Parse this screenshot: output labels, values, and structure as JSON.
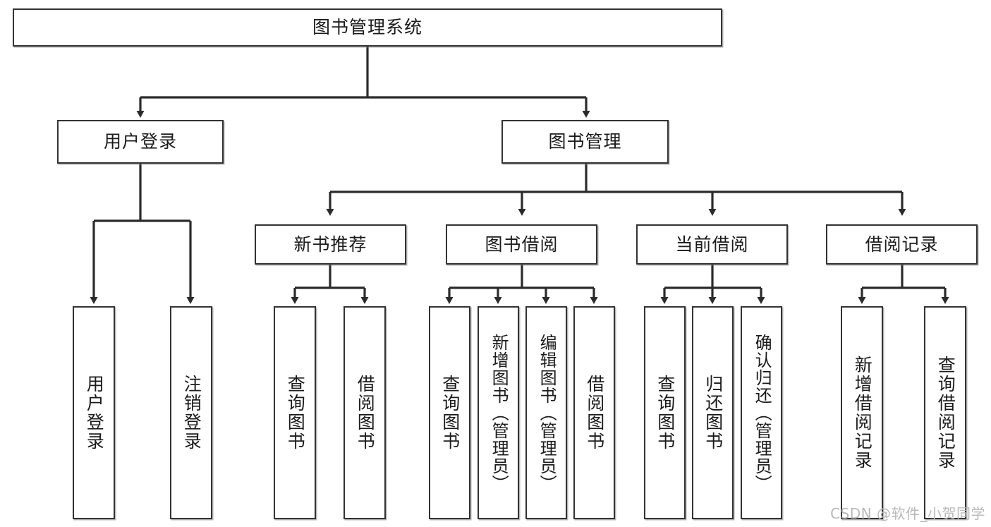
{
  "diagram": {
    "title_node": {
      "label": "图书管理系统"
    },
    "level1": [
      {
        "label": "用户登录"
      },
      {
        "label": "图书管理"
      }
    ],
    "level2": [
      {
        "label": "新书推荐"
      },
      {
        "label": "图书借阅"
      },
      {
        "label": "当前借阅"
      },
      {
        "label": "借阅记录"
      }
    ],
    "leaves": {
      "user_login": [
        {
          "label": "用户登录"
        },
        {
          "label": "注销登录"
        }
      ],
      "new_book_recommend": [
        {
          "label": "查询图书"
        },
        {
          "label": "借阅图书"
        }
      ],
      "book_borrow": [
        {
          "label": "查询图书"
        },
        {
          "label": "新增图书（管理员）"
        },
        {
          "label": "编辑图书（管理员）"
        },
        {
          "label": "借阅图书"
        }
      ],
      "current_borrow": [
        {
          "label": "查询图书"
        },
        {
          "label": "归还图书"
        },
        {
          "label": "确认归还（管理员）"
        }
      ],
      "borrow_record": [
        {
          "label": "新增借阅记录"
        },
        {
          "label": "查询借阅记录"
        }
      ]
    }
  },
  "watermark": {
    "text": "CSDN @软件_小贺同学"
  },
  "colors": {
    "box_border": "#333333",
    "connector": "#2b2b2b",
    "text": "#1b1b1b",
    "background": "#ffffff",
    "watermark": "#b9b9b9"
  }
}
